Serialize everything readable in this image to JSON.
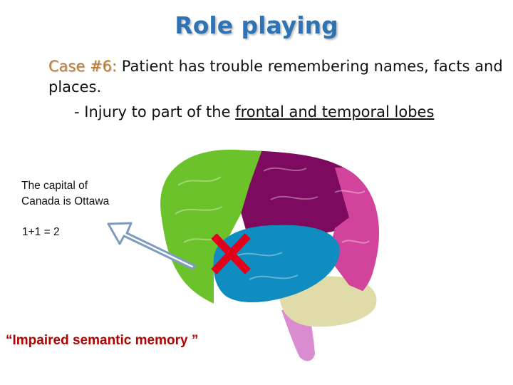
{
  "slide": {
    "title": "Role playing",
    "case_label": "Case #6:",
    "case_description": "Patient has trouble remembering names, facts and places.",
    "injury_prefix": "- Injury to part of the ",
    "injury_location": "frontal and temporal lobes",
    "memory_fact_line1": "The capital of",
    "memory_fact_line2": "Canada is Ottawa",
    "math_fact": "1+1 = 2",
    "caption": "“Impaired semantic memory ”"
  },
  "brain": {
    "regions": [
      "frontal-lobe",
      "parietal-lobe",
      "occipital-lobe",
      "temporal-lobe",
      "cerebellum",
      "brain-stem"
    ],
    "colors": {
      "frontal": "#6cc22a",
      "parietal": "#7d0a5f",
      "occipital": "#d2449b",
      "temporal": "#0f8cc0",
      "cerebellum": "#dfdcaa",
      "stem": "#d98ccf",
      "injury_marker": "#e3001b"
    }
  },
  "colors": {
    "title": "#2e74b5",
    "case_label": "#c47b2a",
    "caption": "#b30000"
  }
}
